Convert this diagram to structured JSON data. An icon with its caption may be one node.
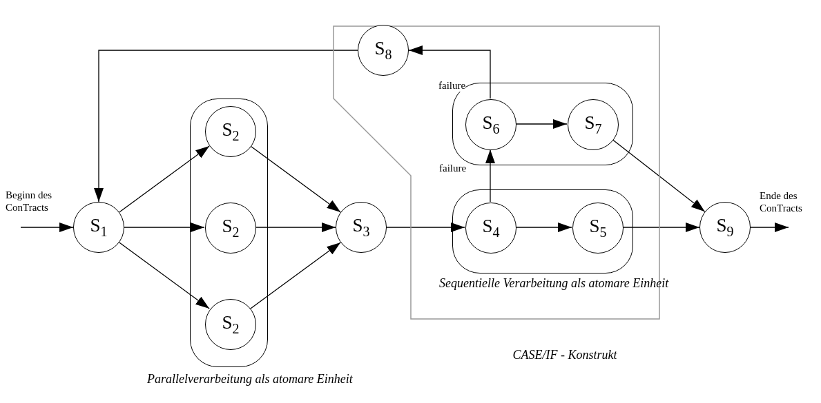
{
  "diagram": {
    "nodes": [
      {
        "text": [
          "CASE/IF - Konstrukt"
        ]
      },
      {
        "text": [
          "Parallelverarbeitung als atomare Einheit"
        ]
      },
      {
        "text": [
          "S$_{2}$"
        ],
        "in": 1
      },
      {
        "text": [
          "S$_{2}$"
        ],
        "in": 1
      },
      {
        "text": [
          "S$_{2}$"
        ],
        "in": 1
      },
      {
        "text": [
          "S$_{1}$"
        ]
      },
      {
        "text": [
          "S$_{3}$"
        ]
      },
      {
        "text": [
          "Sequentielle Verarbeitung als atomare Einheit"
        ],
        "in": 0
      },
      {
        "text": [
          "S$_{4}$"
        ],
        "in": 7
      },
      {
        "text": [
          "S$_{5}$"
        ],
        "in": 7
      },
      {
        "text": [],
        "shape": "box",
        "in": 0
      },
      {
        "text": [
          "S$_{6}$"
        ],
        "in": 10
      },
      {
        "text": [
          "S$_{7}$"
        ],
        "in": 10
      },
      {
        "text": [
          "S$_{8}$"
        ],
        "in": 0
      },
      {
        "text": [
          "S$_{9}$"
        ]
      }
    ],
    "edges": [
      {
        "from": null,
        "to": 5,
        "arrow": "to",
        "label": "Beginn des ConTracts"
      },
      {
        "from": 13,
        "to": 5,
        "arrow": "to"
      },
      {
        "from": 5,
        "to": 2,
        "arrow": "to"
      },
      {
        "from": 5,
        "to": 3,
        "arrow": "to"
      },
      {
        "from": 5,
        "to": 4,
        "arrow": "to"
      },
      {
        "from": 2,
        "to": 6,
        "arrow": "to"
      },
      {
        "from": 3,
        "to": 6,
        "arrow": "to"
      },
      {
        "from": 4,
        "to": 6,
        "arrow": "to"
      },
      {
        "from": 6,
        "to": 8,
        "arrow": "to"
      },
      {
        "from": 8,
        "to": 9,
        "arrow": "to"
      },
      {
        "from": 8,
        "to": 11,
        "arrow": "to",
        "label": "failure"
      },
      {
        "from": 11,
        "to": 12,
        "arrow": "to"
      },
      {
        "from": 11,
        "to": 13,
        "arrow": "to",
        "label": "failure"
      },
      {
        "from": 9,
        "to": 14,
        "arrow": "to"
      },
      {
        "from": 12,
        "to": 14,
        "arrow": "to"
      },
      {
        "from": 14,
        "to": null,
        "arrow": "to",
        "label": "Ende des ConTracts"
      }
    ]
  }
}
